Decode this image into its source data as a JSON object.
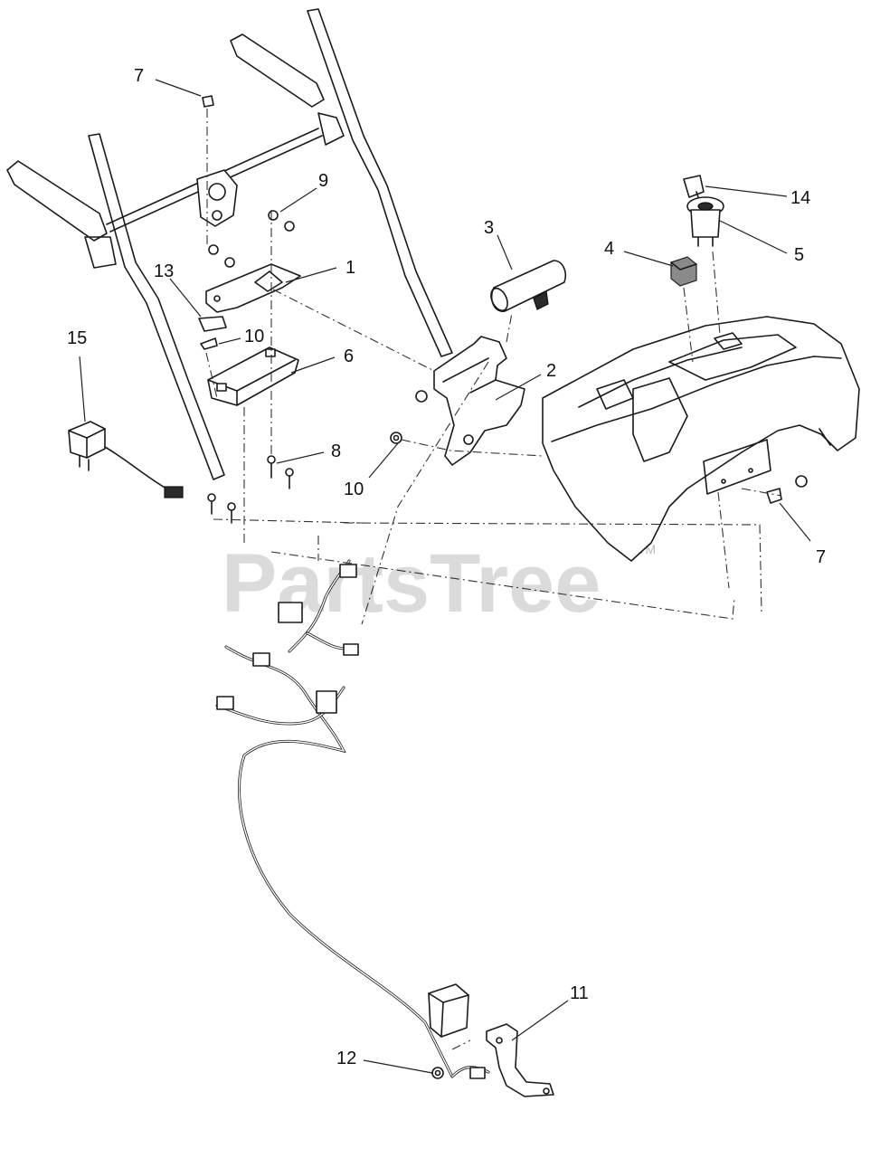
{
  "watermark": {
    "text": "PartsTree",
    "trademark": "TM"
  },
  "callouts": [
    {
      "id": "c7a",
      "label": "7"
    },
    {
      "id": "c9",
      "label": "9"
    },
    {
      "id": "c14",
      "label": "14"
    },
    {
      "id": "c3",
      "label": "3"
    },
    {
      "id": "c4",
      "label": "4"
    },
    {
      "id": "c5",
      "label": "5"
    },
    {
      "id": "c1",
      "label": "1"
    },
    {
      "id": "c13",
      "label": "13"
    },
    {
      "id": "c10a",
      "label": "10"
    },
    {
      "id": "c15",
      "label": "15"
    },
    {
      "id": "c6",
      "label": "6"
    },
    {
      "id": "c2",
      "label": "2"
    },
    {
      "id": "c8",
      "label": "8"
    },
    {
      "id": "c10b",
      "label": "10"
    },
    {
      "id": "c7b",
      "label": "7"
    },
    {
      "id": "c11",
      "label": "11"
    },
    {
      "id": "c12",
      "label": "12"
    }
  ]
}
